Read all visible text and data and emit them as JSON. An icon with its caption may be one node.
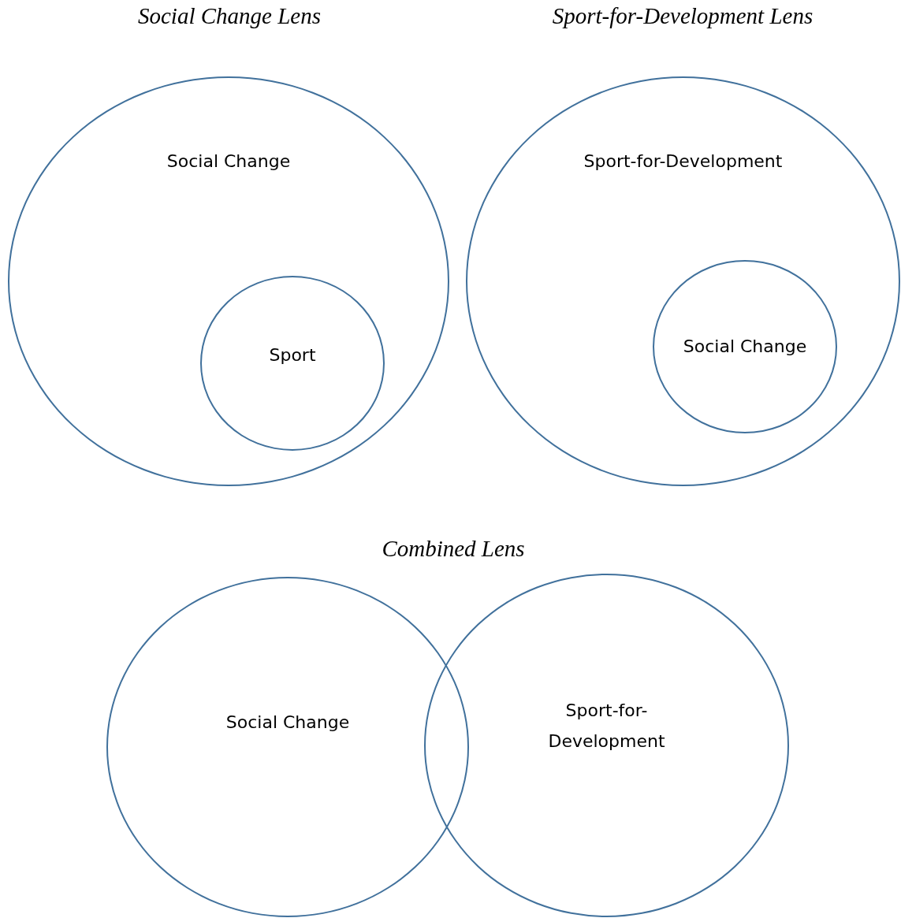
{
  "diagram": {
    "nodes": [
      {
        "text": [
          "Social Change"
        ]
      },
      {
        "text": [
          "Sport"
        ],
        "in": 0
      },
      {
        "text": [
          "Sport-for-Development"
        ]
      },
      {
        "text": [
          "Social Change"
        ],
        "in": 2
      },
      {
        "text": [
          "Social Change"
        ]
      },
      {
        "text": [
          "Sport-for-Development"
        ]
      }
    ],
    "labels": [
      "Social Change Lens",
      "Sport-for-Development Lens",
      "Combined Lens"
    ]
  }
}
